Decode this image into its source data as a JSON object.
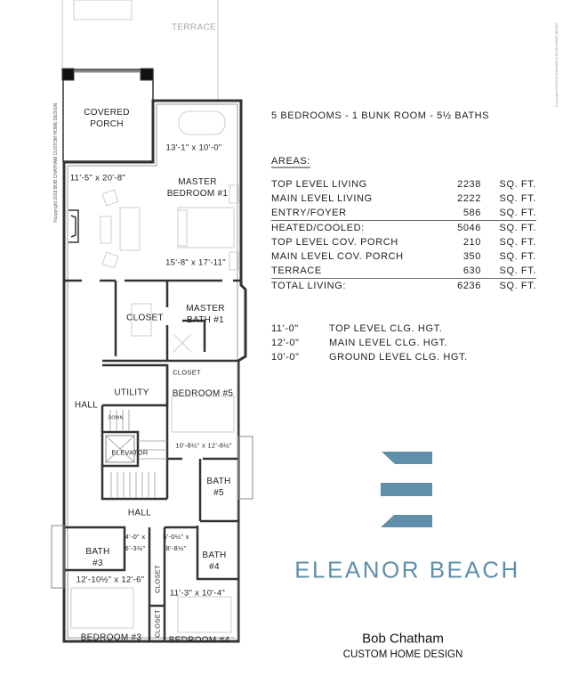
{
  "plan": {
    "rooms": {
      "terrace": "TERRACE",
      "covered_porch": "COVERED PORCH",
      "porch_dim": "13'-1\" x 10'-0\"",
      "master_dim_a": "11'-5\" x 20'-8\"",
      "master_bedroom": "MASTER BEDROOM #1",
      "master_dim_b": "15'-8\" x 17'-11\"",
      "closet_master": "CLOSET",
      "master_bath": "MASTER BATH #1",
      "closet_small": "CLOSET",
      "utility": "UTILITY",
      "bedroom5": "BEDROOM #5",
      "hall_upper": "HALL",
      "down": "DOWN",
      "elevator": "ELEVATOR",
      "bedroom5_dim": "10'-8½\" x 12'-8½\"",
      "bath5": "BATH #5",
      "hall_lower": "HALL",
      "bath3": "BATH #3",
      "bath3_dim": "4'-0\" x 6'-3½\"",
      "bath4_dim": "5'-0½\" x 8'-8½\"",
      "bath4": "BATH #4",
      "bedroom3_dim": "12'-10½\" x 12'-6\"",
      "closet_b3": "CLOSET",
      "closet_b4": "CLOSET",
      "bedroom4_dim": "11'-3\" x 10'-4\"",
      "bedroom3": "BEDROOM #3",
      "bedroom4": "BEDROOM #4"
    },
    "copyright": "©copyright 2018 BOB CHATHAM CUSTOM HOME DESIGN"
  },
  "info": {
    "headline": "5 BEDROOMS - 1 BUNK ROOM - 5½ BATHS",
    "areas_title": "AREAS:",
    "unit": "SQ. FT.",
    "areas": [
      {
        "name": "TOP LEVEL LIVING",
        "value": "2238"
      },
      {
        "name": "MAIN LEVEL LIVING",
        "value": "2222"
      },
      {
        "name": "ENTRY/FOYER",
        "value": "586"
      },
      {
        "name": "HEATED/COOLED:",
        "value": "5046"
      },
      {
        "name": "TOP LEVEL COV. PORCH",
        "value": "210"
      },
      {
        "name": "MAIN LEVEL COV. PORCH",
        "value": "350"
      },
      {
        "name": "TERRACE",
        "value": "630"
      },
      {
        "name": "TOTAL LIVING:",
        "value": "6236"
      }
    ],
    "ceilings": [
      {
        "height": "11'-0\"",
        "label": "TOP LEVEL CLG. HGT."
      },
      {
        "height": "12'-0\"",
        "label": "MAIN LEVEL CLG. HGT."
      },
      {
        "height": "10'-0\"",
        "label": "GROUND LEVEL CLG. HGT."
      }
    ]
  },
  "brand": {
    "name": "ELEANOR BEACH",
    "designer": "Bob Chatham",
    "designer_sub": "CUSTOM HOME DESIGN",
    "accent": "#5f8fab"
  }
}
